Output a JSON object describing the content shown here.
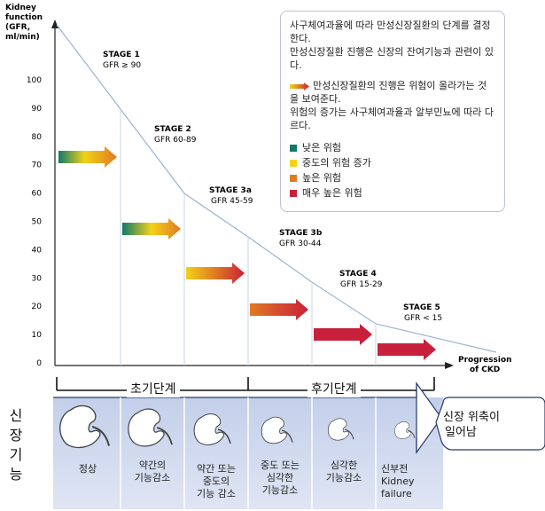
{
  "axis": {
    "ylabel": [
      "Kidney",
      "function",
      "(GFR,",
      "ml/min)"
    ],
    "yticks": [
      0,
      10,
      20,
      30,
      40,
      50,
      60,
      70,
      80,
      90,
      100
    ],
    "xlabel": [
      "Progression",
      "of CKD"
    ]
  },
  "stages": [
    {
      "name": "STAGE 1",
      "range": "GFR ≥ 90"
    },
    {
      "name": "STAGE 2",
      "range": "GFR 60-89"
    },
    {
      "name": "STAGE 3a",
      "range": "GFR 45-59"
    },
    {
      "name": "STAGE 3b",
      "range": "GFR 30-44"
    },
    {
      "name": "STAGE 4",
      "range": "GFR 15-29"
    },
    {
      "name": "STAGE 5",
      "range": "GFR < 15"
    }
  ],
  "legend": {
    "intro1": "사구체여과율에 따라 만성신장질환의 단계를 결정한다.",
    "intro2": "만성신장질환 진행은 신장의 잔여기능과 관련이 있다.",
    "risk1": "만성신장질환의 진행은 위험이 올라가는 것을 보여준다.",
    "risk2": "위험의 증가는 사구체여과율과 알부민뇨에 따라 다르다.",
    "items": [
      {
        "label": "낮은 위험",
        "color": "#117a6a"
      },
      {
        "label": "중도의 위험 증가",
        "color": "#f2d21a"
      },
      {
        "label": "높은 위험",
        "color": "#e07a22"
      },
      {
        "label": "매우 높은 위험",
        "color": "#c8203a"
      }
    ]
  },
  "phases": {
    "early": "초기단계",
    "late": "후기단계"
  },
  "side_label": [
    "신",
    "장",
    "기",
    "능"
  ],
  "bubble": [
    "신장 위축이",
    "일어남"
  ],
  "kidney_states": [
    [
      "정상"
    ],
    [
      "약간의",
      "기능감소"
    ],
    [
      "약간 또는",
      "중도의",
      "기능 감소"
    ],
    [
      "중도 또는",
      "심각한",
      "기능감소"
    ],
    [
      "심각한",
      "기능감소"
    ],
    [
      "신부전",
      "Kidney",
      "failure"
    ]
  ],
  "colors": {
    "line": "#9db3d4",
    "panel": "#cfd8ee",
    "low": "#117a6a",
    "moderate": "#f2d21a",
    "high": "#e07a22",
    "very_high": "#c8203a"
  }
}
